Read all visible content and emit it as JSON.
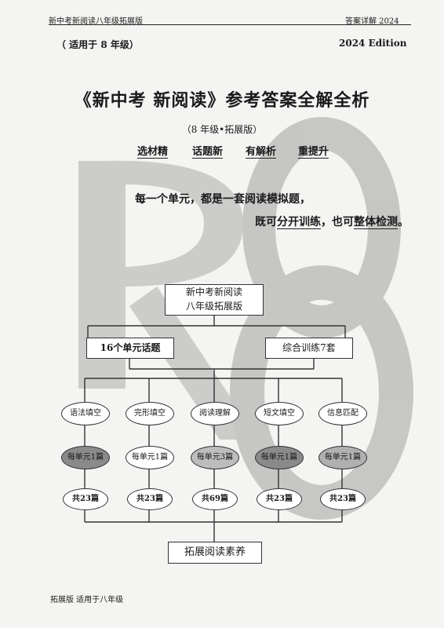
{
  "header": {
    "left": "新中考新阅读八年级拓展版",
    "right": "答案详解 2024",
    "grade_tag": "（ 适用于 8 年级）",
    "edition": "2024 Edition"
  },
  "title": "《新中考 新阅读》参考答案全解全析",
  "subtitle": "（8 年级•拓展版）",
  "slogans": [
    "选材精",
    "话题新",
    "有解析",
    "重提升"
  ],
  "desc_line1": "每一个单元，都是一套阅读模拟题，",
  "desc_line2_a": "既可",
  "desc_line2_b": "分开训练",
  "desc_line2_c": "，也可",
  "desc_line2_d": "整体检测",
  "desc_line2_e": "。",
  "diagram": {
    "root": [
      "新中考新阅读",
      "八年级拓展版"
    ],
    "left_branch": "16个单元话题",
    "right_branch": "综合训练7套",
    "types": [
      "语法填空",
      "完形填空",
      "阅读理解",
      "短文填空",
      "信息匹配"
    ],
    "per_unit": [
      "每单元1篇",
      "每单元1篇",
      "每单元3篇",
      "每单元1篇",
      "每单元1篇"
    ],
    "totals": [
      "共23篇",
      "共23篇",
      "共69篇",
      "共23篇",
      "共23篇"
    ],
    "bottom": "拓展阅读素养"
  },
  "footer": "拓展版  适用于八年级"
}
